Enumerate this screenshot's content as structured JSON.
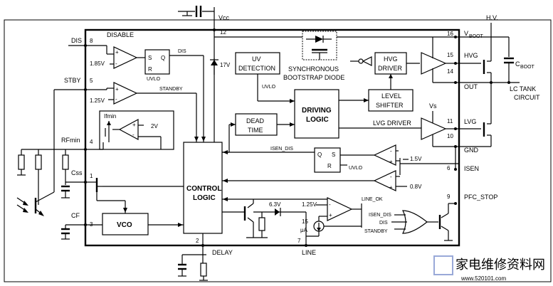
{
  "pins": {
    "p1": "1",
    "p2": "2",
    "p3": "3",
    "p4": "4",
    "p5": "5",
    "p6": "6",
    "p7": "7",
    "p8": "8",
    "p9": "9",
    "p10": "10",
    "p11": "11",
    "p12": "12",
    "p14": "14",
    "p15": "15",
    "p16": "16"
  },
  "pin_labels": {
    "vcc": "Vcc",
    "dis": "DIS",
    "stby": "STBY",
    "rfmin": "RFmin",
    "css": "Css",
    "cf": "CF",
    "vboot": "V",
    "vboot_sub": "BOOT",
    "hvg": "HVG",
    "out": "OUT",
    "lvg": "LVG",
    "gnd": "GND",
    "isen": "ISEN",
    "pfc_stop": "PFC_STOP",
    "delay": "DELAY",
    "line": "LINE"
  },
  "blocks": {
    "disable": "DISABLE",
    "uv_detection_1": "UV",
    "uv_detection_2": "DETECTION",
    "sync_diode_1": "SYNCHRONOUS",
    "sync_diode_2": "BOOTSTRAP DIODE",
    "hvg_driver_1": "HVG",
    "hvg_driver_2": "DRIVER",
    "level_shifter_1": "LEVEL",
    "level_shifter_2": "SHIFTER",
    "driving_logic_1": "DRIVING",
    "driving_logic_2": "LOGIC",
    "dead_time_1": "DEAD",
    "dead_time_2": "TIME",
    "control_logic_1": "CONTROL",
    "control_logic_2": "LOGIC",
    "vco": "VCO",
    "lvg_driver": "LVG DRIVER",
    "ifmin": "Ifmin"
  },
  "signals": {
    "sr_s": "S",
    "sr_r": "R",
    "sr_q": "Q",
    "uvlo_a": "UVLO",
    "uvlo_b": "UVLO",
    "uvlo_c": "UVLO",
    "dis_sig": "DIS",
    "standby_sig": "STANDBY",
    "isen_dis": "ISEN_DIS",
    "qs_q": "Q",
    "qs_s": "S",
    "qs_r": "R",
    "line_ok": "LINE_OK",
    "isen_dis_in": "ISEN_DIS",
    "dis_in": "DIS",
    "standby_in": "STANDBY"
  },
  "values": {
    "v185": "1.85V",
    "v125a": "1.25V",
    "v2": "2V",
    "v17": "17V",
    "v15": "1.5V",
    "v08": "0.8V",
    "v63": "6.3V",
    "v125b": "1.25V",
    "i15": "15",
    "i15u": "μA",
    "vs": "Vs"
  },
  "external": {
    "hv": "H.V.",
    "cboot": "C",
    "cboot_sub": "BOOT",
    "lc1": "LC TANK",
    "lc2": "CIRCUIT"
  },
  "watermark": {
    "title": "家电维修资料网",
    "url": "www.520101.com"
  }
}
